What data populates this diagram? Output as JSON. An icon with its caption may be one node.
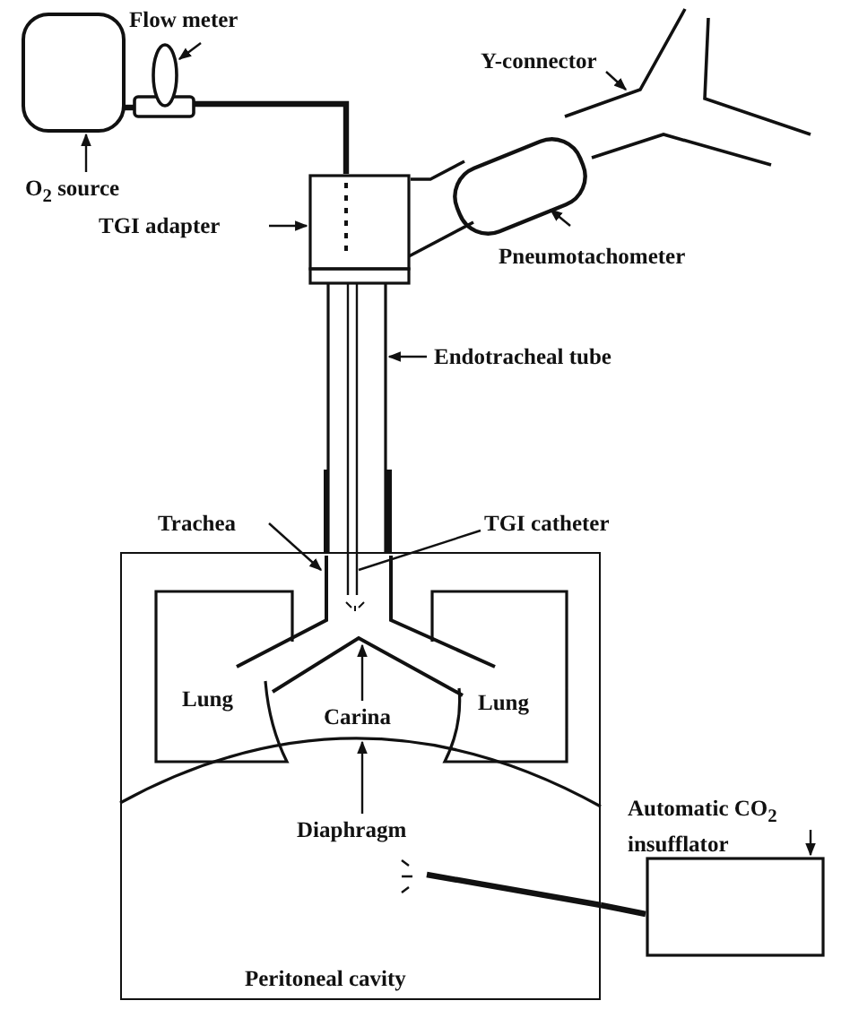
{
  "diagram": {
    "nodes": [
      {
        "text": [
          "O$_{2}$ source"
        ]
      },
      {
        "text": [],
        "shape": "box"
      },
      {
        "text": [
          "Flow meter"
        ]
      },
      {
        "text": [],
        "shape": "oval"
      },
      {
        "text": [
          "TGI adapter"
        ]
      },
      {
        "text": [],
        "shape": "box"
      },
      {
        "text": [
          "Y-connector"
        ]
      },
      {
        "text": [],
        "shape": "tube"
      },
      {
        "text": [
          "Pneumotachometer"
        ]
      },
      {
        "text": [],
        "shape": "oval"
      },
      {
        "text": [
          "Endotracheal tube"
        ]
      },
      {
        "text": [],
        "shape": "tube"
      },
      {
        "text": [
          "Trachea"
        ]
      },
      {
        "text": [
          "TGI catheter"
        ]
      },
      {
        "text": [],
        "shape": "tube"
      },
      {
        "text": [
          "Peritoneal cavity"
        ]
      },
      {
        "text": [],
        "shape": "tube",
        "in": 15
      },
      {
        "text": [
          "Lung"
        ],
        "in": 15
      },
      {
        "text": [
          "Carina"
        ],
        "in": 15
      },
      {
        "text": [
          "Lung"
        ],
        "in": 15
      },
      {
        "text": [
          "Diaphragm"
        ],
        "in": 15
      },
      {
        "text": [],
        "shape": "curve",
        "in": 15
      },
      {
        "text": [
          "Automatic CO$_{2}$ insufflator"
        ]
      },
      {
        "text": [],
        "shape": "box"
      }
    ],
    "edges": [
      {
        "from": 0,
        "to": 1,
        "arrow": "to"
      },
      {
        "from": 2,
        "to": 3,
        "arrow": "to"
      },
      {
        "from": 4,
        "to": 5,
        "arrow": "to"
      },
      {
        "from": 6,
        "to": 7,
        "arrow": "to"
      },
      {
        "from": 8,
        "to": 9,
        "arrow": "to"
      },
      {
        "from": 10,
        "to": 11,
        "arrow": "to"
      },
      {
        "from": 12,
        "to": 16,
        "arrow": "to"
      },
      {
        "from": 13,
        "to": 14,
        "arrow": "none"
      },
      {
        "from": 18,
        "to": 16,
        "arrow": "to"
      },
      {
        "from": 20,
        "to": 21,
        "arrow": "to"
      },
      {
        "from": 22,
        "to": 23,
        "arrow": "to"
      },
      {
        "from": 1,
        "to": 3,
        "arrow": "none",
        "style": "thick"
      },
      {
        "from": 3,
        "to": 5,
        "arrow": "none",
        "style": "thick"
      },
      {
        "from": 5,
        "to": 9,
        "arrow": "none"
      },
      {
        "from": 23,
        "to": 15,
        "arrow": "none",
        "style": "thick"
      }
    ]
  }
}
